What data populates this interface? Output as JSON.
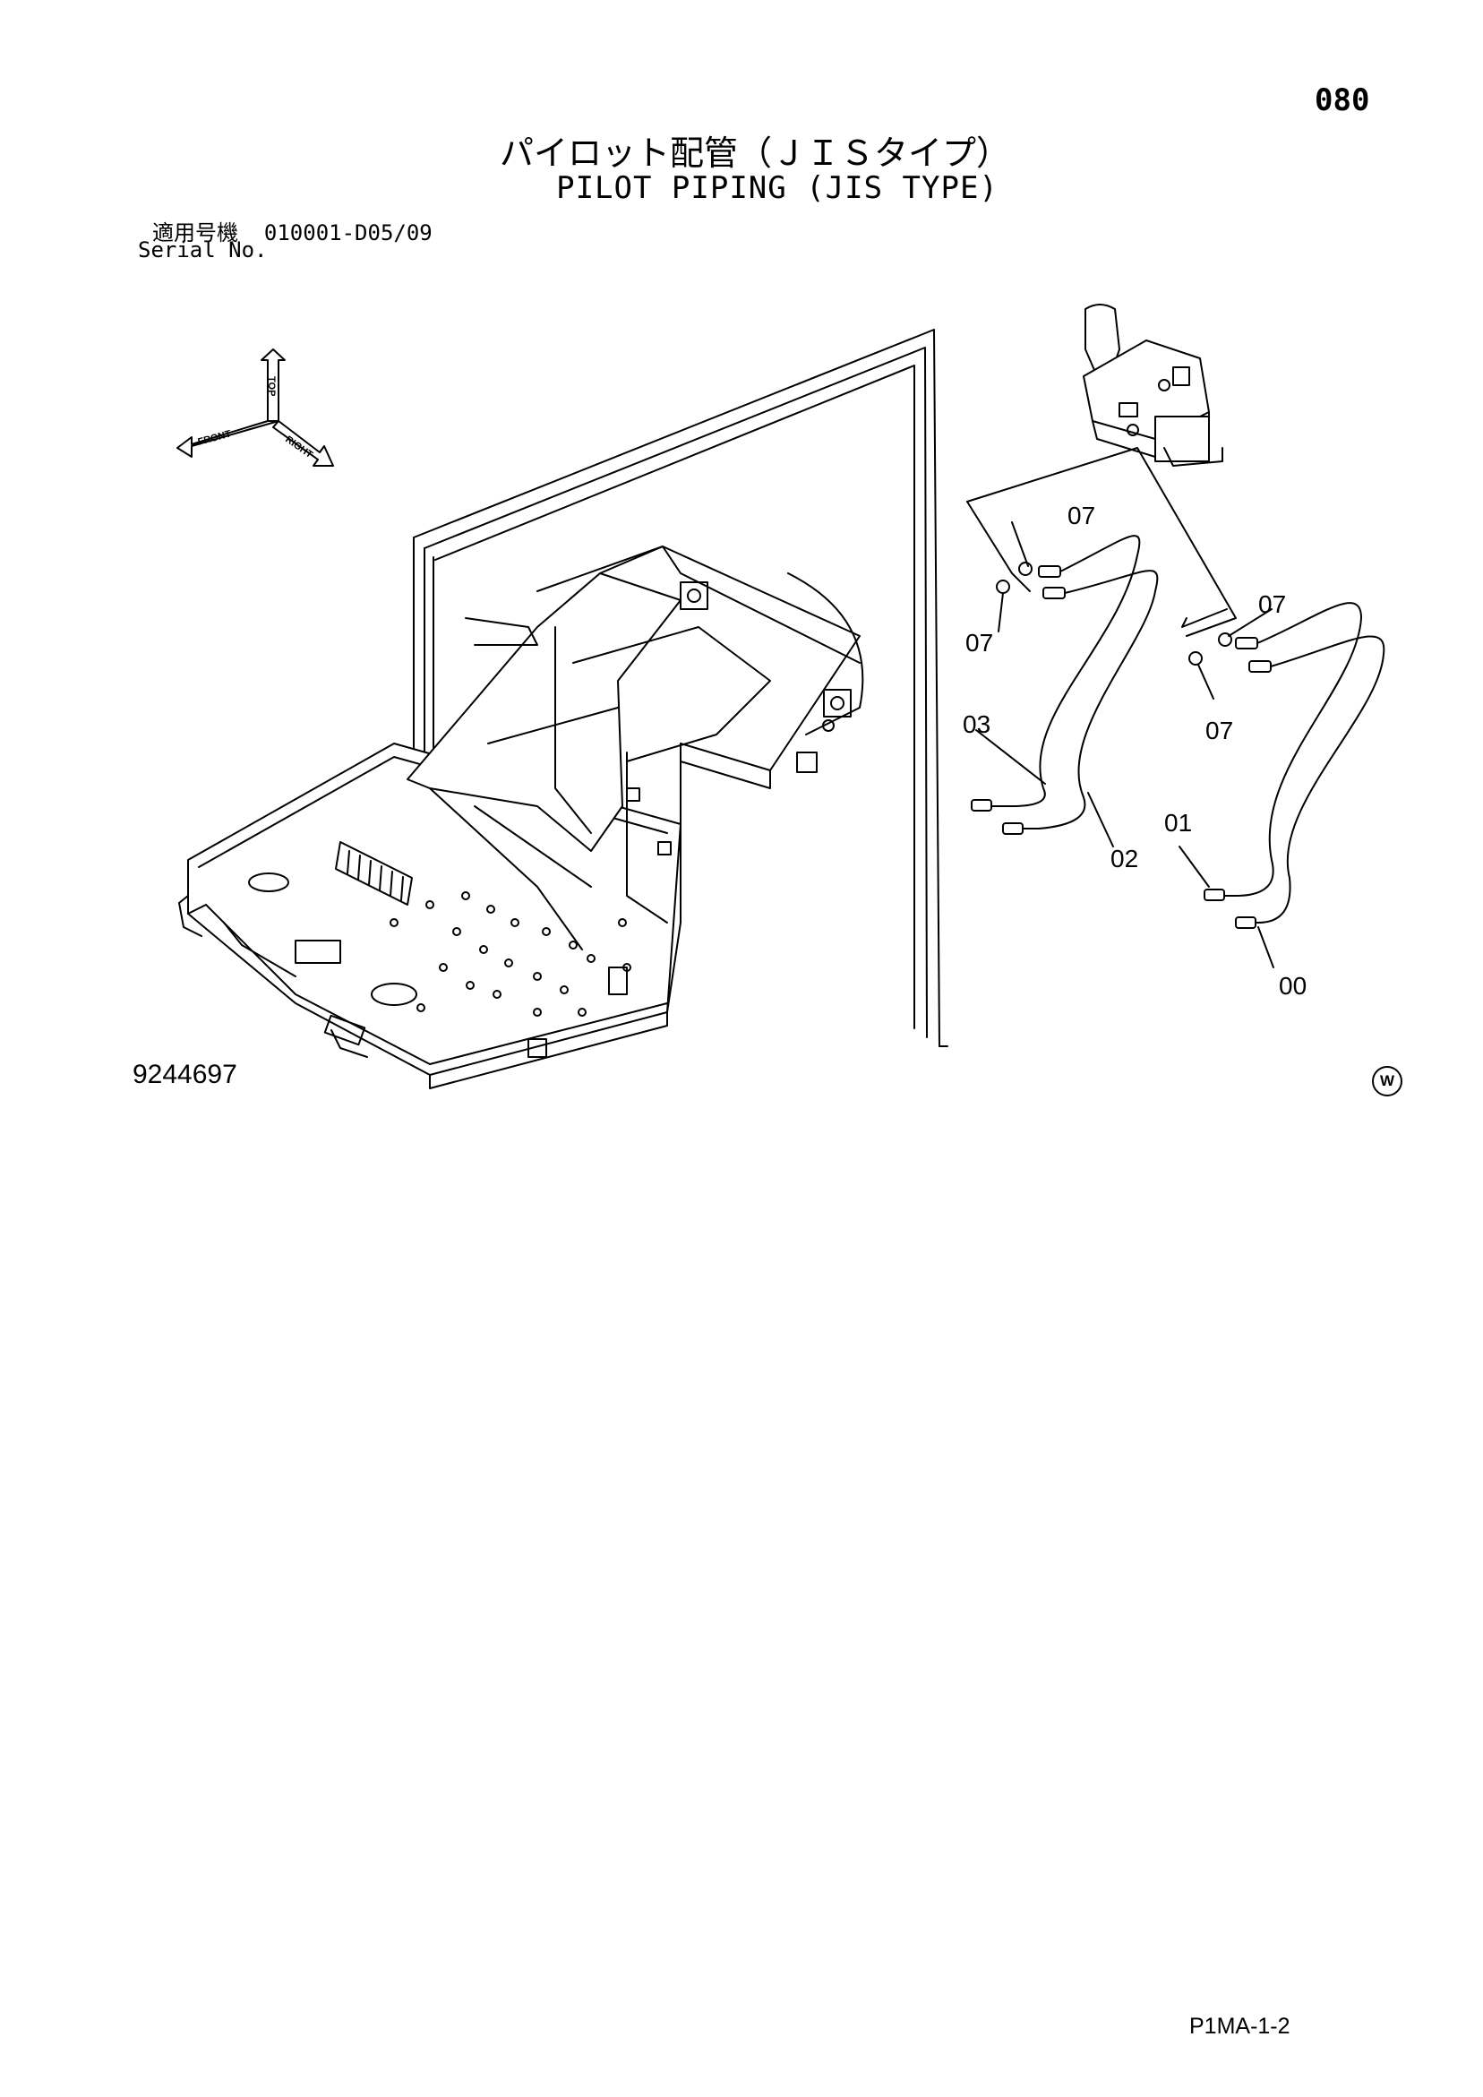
{
  "header": {
    "page_number": "080",
    "title_jp": "パイロット配管（ＪＩＳタイプ）",
    "title_en": "PILOT PIPING (JIS TYPE)",
    "serial_label_jp": "適用号機",
    "serial_range": "010001-D05/09",
    "serial_label_en": "Serial No."
  },
  "orientation": {
    "front": "FRONT",
    "right": "RIGHT",
    "top": "TOP"
  },
  "callouts": {
    "c00": "00",
    "c01": "01",
    "c02": "02",
    "c03": "03",
    "c07a": "07",
    "c07b": "07",
    "c07c": "07",
    "c07d": "07"
  },
  "footer": {
    "drawing_number": "9244697",
    "mark": "W",
    "page_code": "P1MA-1-2"
  }
}
